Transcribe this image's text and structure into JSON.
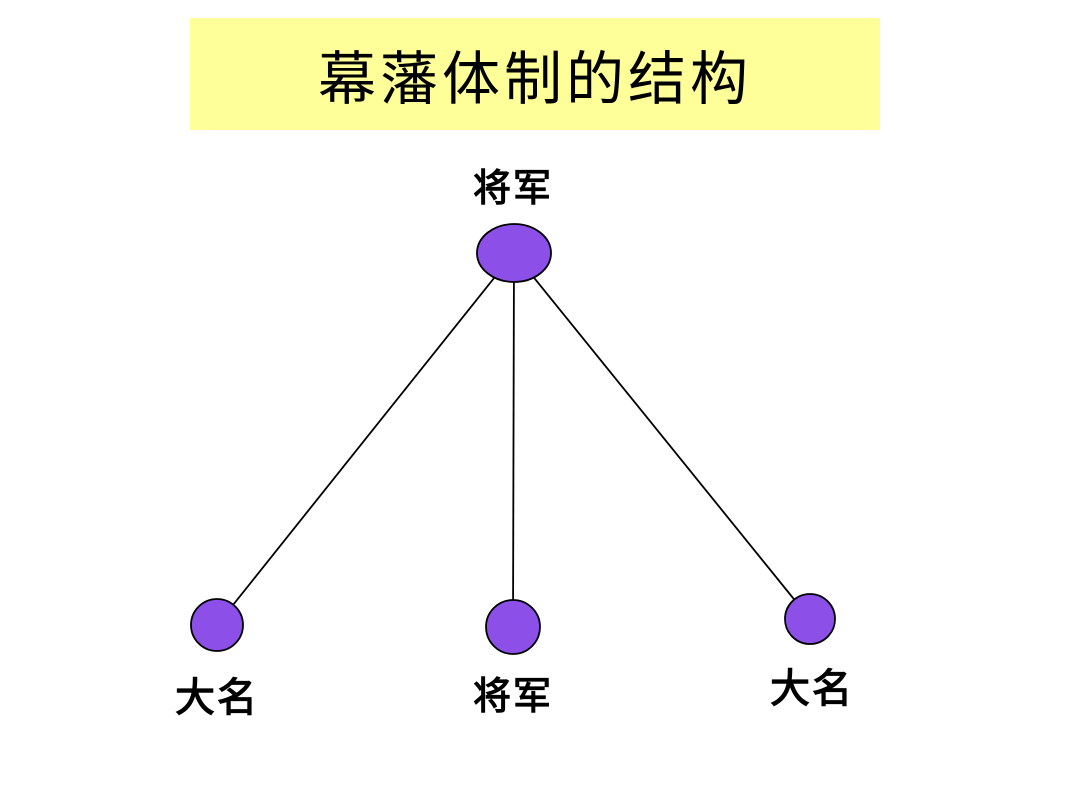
{
  "title": {
    "text": "幕藩体制的结构",
    "background_color": "#FFFF99",
    "text_color": "#000000"
  },
  "diagram": {
    "node_fill_color": "#8C4FE8",
    "node_stroke_color": "#000000",
    "edge_color": "#000000",
    "nodes": [
      {
        "id": "top",
        "label": "将军"
      },
      {
        "id": "bottom-left",
        "label": "大名"
      },
      {
        "id": "bottom-middle",
        "label": "将军"
      },
      {
        "id": "bottom-right",
        "label": "大名"
      }
    ],
    "edges": [
      {
        "from": "top",
        "to": "bottom-left"
      },
      {
        "from": "top",
        "to": "bottom-middle"
      },
      {
        "from": "top",
        "to": "bottom-right"
      }
    ]
  }
}
